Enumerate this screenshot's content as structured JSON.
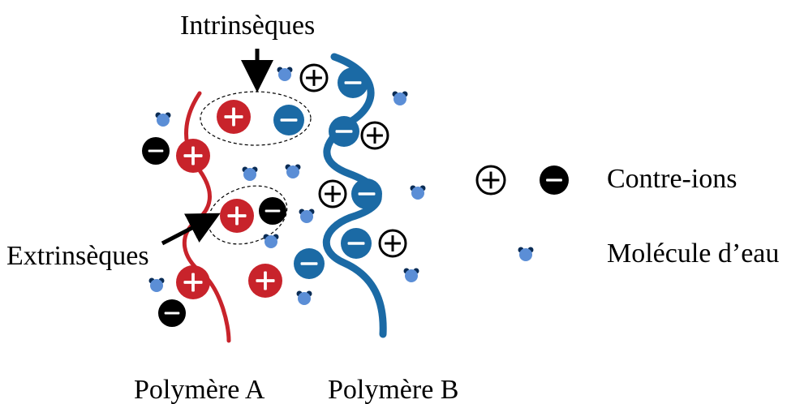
{
  "labels": {
    "intrinseques": "Intrinsèques",
    "extrinseques": "Extrinsèques",
    "polymer_a": "Polymère A",
    "polymer_b": "Polymère B"
  },
  "legend": {
    "counter_ions": "Contre-ions",
    "water_molecule": "Molécule d’eau"
  },
  "colors": {
    "polymer_a": "#c8232b",
    "polymer_b": "#1b6aa5",
    "water_body": "#5b8ed6",
    "water_h": "#0a2c55",
    "counter_ion_negative": "#000000",
    "counter_ion_positive_ring": "#000000"
  },
  "icons": {
    "positive_ion": "plus-circle-icon",
    "negative_ion": "minus-circle-icon",
    "water": "water-molecule-icon"
  }
}
